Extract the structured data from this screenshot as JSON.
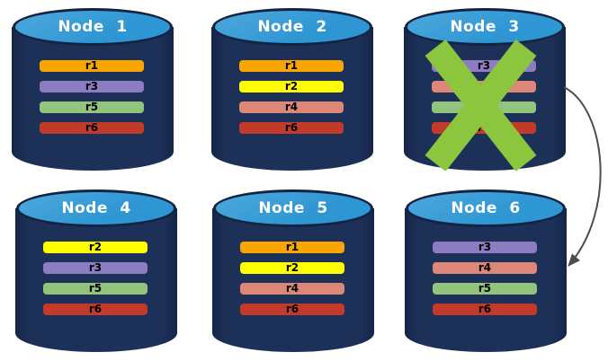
{
  "theme": {
    "page-bg": "#ffffff",
    "cylinder-body": "#1D3158",
    "cylinder-body-edge": "#142549",
    "cylinder-top": "#2E96D3",
    "cylinder-top-hi": "#4FA9DC",
    "cylinder-outline": "#132442",
    "node-title-color": "#FFFFFF",
    "bar-label-color": "#000000",
    "x-mark-color": "#8CC63E",
    "arrow-color": "#4D4D4D"
  },
  "diagram": {
    "nodes": [
      {
        "title": "Node 1",
        "replicas": [
          {
            "label": "r1",
            "color": "#F9A602"
          },
          {
            "label": "r3",
            "color": "#8E7CC3"
          },
          {
            "label": "r5",
            "color": "#93C47D"
          },
          {
            "label": "r6",
            "color": "#C23B2A"
          }
        ]
      },
      {
        "title": "Node 2",
        "replicas": [
          {
            "label": "r1",
            "color": "#F9A602"
          },
          {
            "label": "r2",
            "color": "#FFFF00"
          },
          {
            "label": "r4",
            "color": "#DC8777"
          },
          {
            "label": "r6",
            "color": "#C23B2A"
          }
        ]
      },
      {
        "title": "Node 3",
        "failed": true,
        "replicas": [
          {
            "label": "r3",
            "color": "#8E7CC3"
          },
          {
            "label": "r4",
            "color": "#DC8777"
          },
          {
            "label": "r5",
            "color": "#93C47D"
          },
          {
            "label": "r6",
            "color": "#C23B2A"
          }
        ]
      },
      {
        "title": "Node 4",
        "replicas": [
          {
            "label": "r2",
            "color": "#FFFF00"
          },
          {
            "label": "r3",
            "color": "#8E7CC3"
          },
          {
            "label": "r5",
            "color": "#93C47D"
          },
          {
            "label": "r6",
            "color": "#C23B2A"
          }
        ]
      },
      {
        "title": "Node 5",
        "replicas": [
          {
            "label": "r1",
            "color": "#F9A602"
          },
          {
            "label": "r2",
            "color": "#FFFF00"
          },
          {
            "label": "r4",
            "color": "#DC8777"
          },
          {
            "label": "r6",
            "color": "#C23B2A"
          }
        ]
      },
      {
        "title": "Node 6",
        "replicas": [
          {
            "label": "r3",
            "color": "#8E7CC3"
          },
          {
            "label": "r4",
            "color": "#DC8777"
          },
          {
            "label": "r5",
            "color": "#93C47D"
          },
          {
            "label": "r6",
            "color": "#C23B2A"
          }
        ]
      }
    ],
    "annotations": {
      "failed_node": "Node 3",
      "arrow": {
        "from": "Node 3",
        "to": "Node 6"
      }
    }
  }
}
